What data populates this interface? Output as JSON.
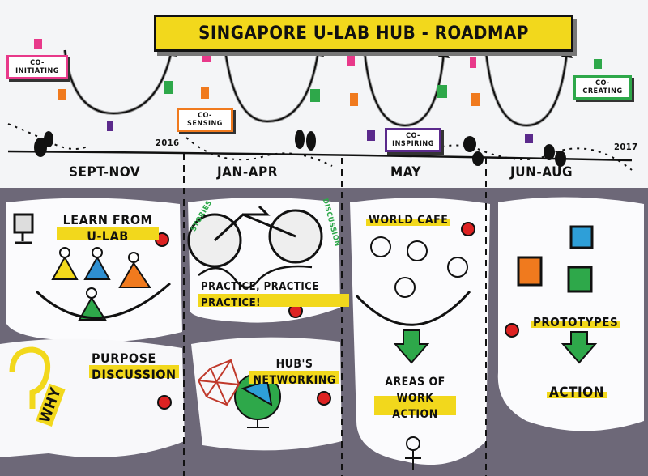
{
  "title": "SINGAPORE U-LAB HUB - ROADMAP",
  "phases": [
    {
      "label": "CO-INITIATING",
      "color": "#e8398a"
    },
    {
      "label": "CO-SENSING",
      "color": "#f07a1e"
    },
    {
      "label": "CO-INSPIRING",
      "color": "#5b2a8c"
    },
    {
      "label": "CO-CREATING",
      "color": "#2ea84a"
    }
  ],
  "timeline": {
    "year_start": "2016",
    "year_end": "2017"
  },
  "months": [
    "SEPT-NOV",
    "JAN-APR",
    "MAY",
    "JUN-AUG"
  ],
  "panels": {
    "sept_nov": {
      "top": "LEARN FROM U-LAB",
      "bottom": "PURPOSE DISCUSSION",
      "why": "WHY"
    },
    "jan_apr": {
      "bike_left": "STORIES",
      "bike_right": "DISCUSSION",
      "top": "PRACTICE, PRACTICE PRACTICE!",
      "bottom": "HUB'S NETWORKING"
    },
    "may": {
      "top": "WORLD CAFE",
      "bottom": "AREAS OF WORK ACTION"
    },
    "jun_aug": {
      "top": "PROTOTYPES",
      "bottom": "ACTION"
    }
  }
}
